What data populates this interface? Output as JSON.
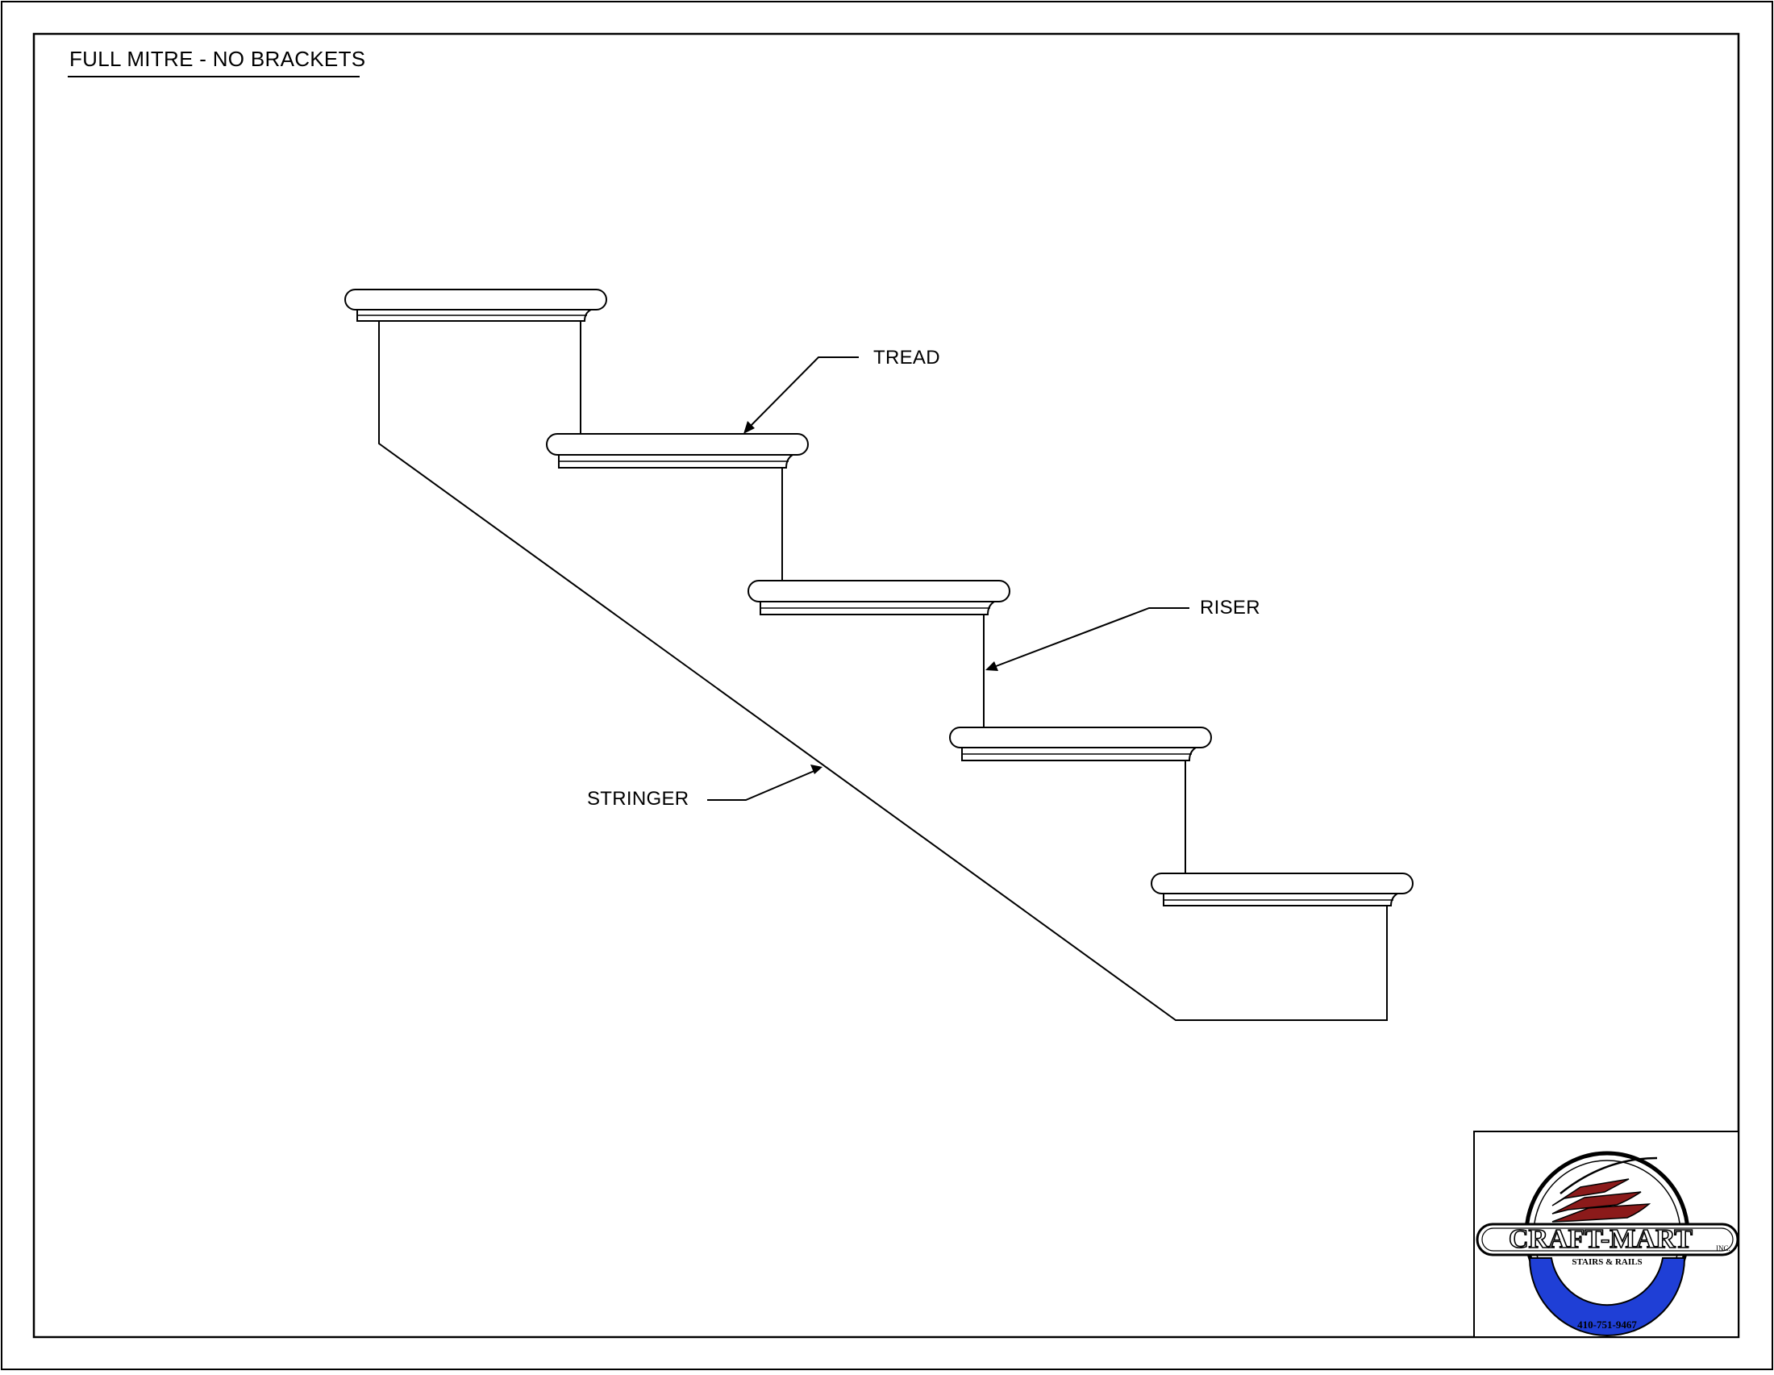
{
  "drawing": {
    "title": "FULL MITRE - NO BRACKETS"
  },
  "labels": {
    "tread": "TREAD",
    "riser": "RISER",
    "stringer": "STRINGER"
  },
  "logo": {
    "name": "CRAFT-MART",
    "suffix": "INC.",
    "tagline": "STAIRS & RAILS",
    "phone": "410-751-9467",
    "colors": {
      "red": "#8b1a1a",
      "blue": "#1f3fd6",
      "ink": "#000000"
    }
  }
}
